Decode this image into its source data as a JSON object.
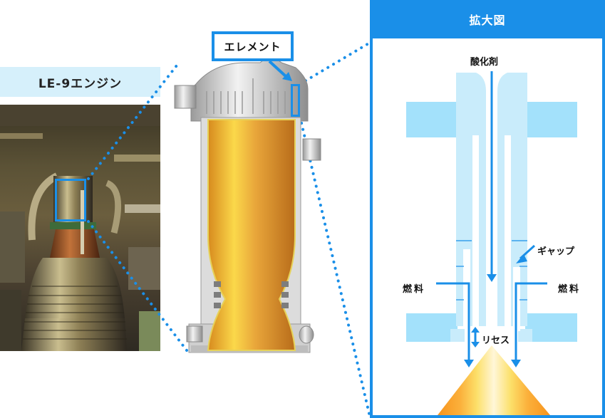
{
  "engine_photo": {
    "label": "LE-9エンジン"
  },
  "cutaway": {
    "callout_label": "エレメント"
  },
  "zoom_panel": {
    "title": "拡大図",
    "labels": {
      "oxidizer": "酸化剤",
      "fuel_left": "燃料",
      "fuel_right": "燃料",
      "gap": "ギャップ",
      "recess": "リセス"
    }
  },
  "colors": {
    "accent_blue": "#1a8fe8",
    "label_bg": "#d6f0fb",
    "injector_light": "#c9ecfb",
    "injector_mid": "#a3e1fb",
    "chamber_gold": "#e8a53a",
    "flame_orange": "#f7941d",
    "flame_yellow": "#fce06a"
  }
}
